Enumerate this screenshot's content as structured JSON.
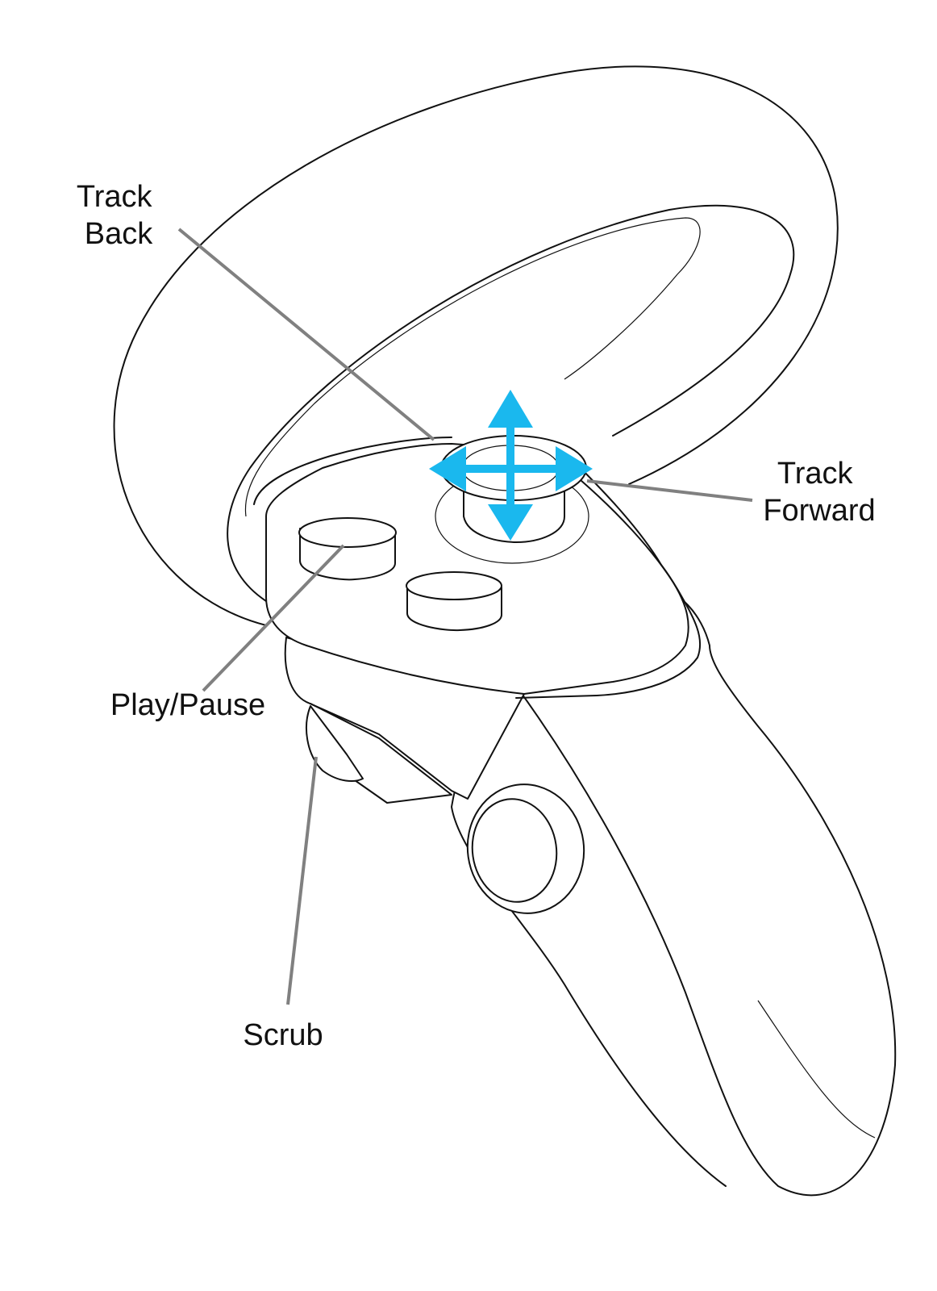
{
  "labels": {
    "track_back": [
      "Track",
      "Back"
    ],
    "track_forward": [
      "Track",
      "Forward"
    ],
    "play_pause": "Play/Pause",
    "scrub": "Scrub"
  },
  "colors": {
    "arrow": "#1ab8ee",
    "leader": "#808080",
    "outline": "#111111"
  }
}
